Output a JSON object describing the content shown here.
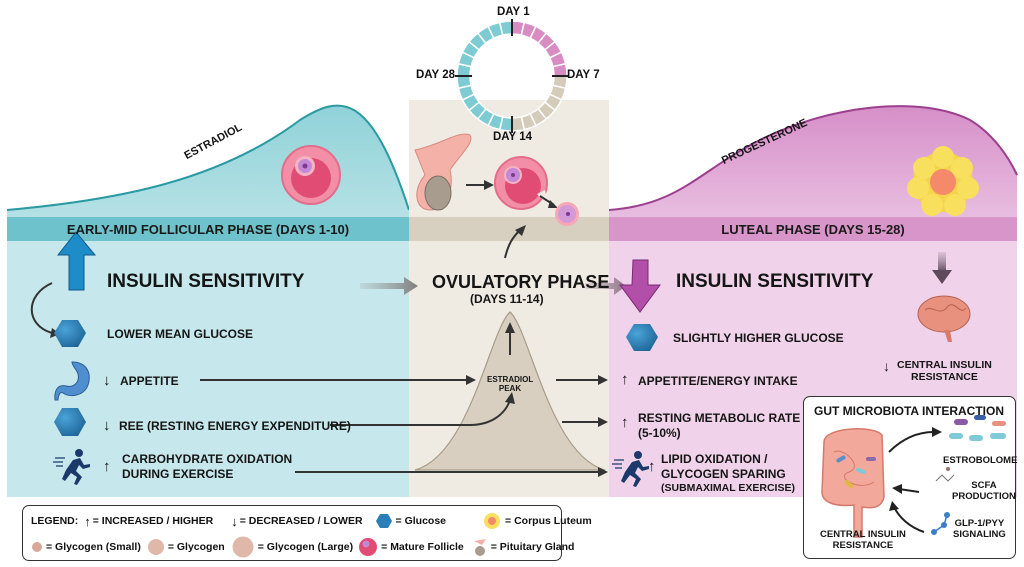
{
  "colors": {
    "follicular_bg": "#c6e8ec",
    "follicular_band": "#6ec2cb",
    "follicular_curve": "#7ccdd3",
    "ovulatory_bg": "#efebe3",
    "ovulatory_band": "#d7cfc0",
    "luteal_bg": "#f0d3ea",
    "luteal_band": "#d795c9",
    "luteal_curve": "#d590c8",
    "glucose_blue": "#2a7fb8",
    "arrow_up_blue": "#1e8cc9",
    "arrow_down_purple": "#b24fa8",
    "text_dark": "#151515"
  },
  "cycle_wheel": {
    "labels": {
      "day1": "DAY 1",
      "day7": "DAY 7",
      "day14": "DAY 14",
      "day28": "DAY 28"
    },
    "segments": 28,
    "menstrual_days": [
      1,
      7
    ],
    "ovulation_luteal_days": [
      8,
      14
    ],
    "follicular_days": [
      15,
      28
    ]
  },
  "hormone_curves": {
    "estradiol": "ESTRADIOL",
    "progesterone": "PROGESTERONE"
  },
  "phases": {
    "follicular": {
      "title": "EARLY-MID FOLLICULAR PHASE (DAYS 1-10)",
      "headline": "INSULIN SENSITIVITY",
      "items": [
        {
          "icon": "glucose-icon",
          "direction": "",
          "text": "LOWER MEAN GLUCOSE"
        },
        {
          "icon": "stomach-icon",
          "direction": "down",
          "text": "APPETITE"
        },
        {
          "icon": "glucose-icon",
          "direction": "down",
          "text": "REE (RESTING ENERGY EXPENDITURE)"
        },
        {
          "icon": "runner-icon",
          "direction": "up",
          "text": "CARBOHYDRATE OXIDATION",
          "text2": "DURING EXERCISE"
        }
      ]
    },
    "ovulatory": {
      "title": "OVULATORY PHASE",
      "subtitle": "(DAYS 11-14)",
      "peak_label": "ESTRADIOL",
      "peak_label2": "PEAK"
    },
    "luteal": {
      "title": "LUTEAL PHASE (DAYS 15-28)",
      "headline": "INSULIN SENSITIVITY",
      "items": [
        {
          "icon": "glucose-icon",
          "direction": "",
          "text": "SLIGHTLY HIGHER GLUCOSE"
        },
        {
          "icon": "",
          "direction": "up",
          "text": "APPETITE/ENERGY INTAKE"
        },
        {
          "icon": "",
          "direction": "up",
          "text": "RESTING METABOLIC RATE",
          "text2": "(5-10%)"
        },
        {
          "icon": "runner-icon",
          "direction": "up",
          "text": "LIPID OXIDATION /",
          "text2": "GLYCOGEN SPARING",
          "text3": "(SUBMAXIMAL EXERCISE)"
        }
      ],
      "brain": {
        "text": "CENTRAL INSULIN",
        "text2": "RESISTANCE"
      }
    }
  },
  "gut_box": {
    "title": "GUT MICROBIOTA INTERACTION",
    "estrobolome": "ESTROBOLOME",
    "scfa": "SCFA",
    "scfa2": "PRODUCTION",
    "glp": "GLP-1/PYY",
    "glp2": "SIGNALING",
    "central": "CENTRAL INSULIN",
    "central2": "RESISTANCE"
  },
  "legend": {
    "title": "LEGEND:",
    "items": [
      "= INCREASED / HIGHER",
      "= DECREASED / LOWER",
      "= Glucose",
      "= Corpus Luteum",
      "= Glycogen (Small)",
      "= Glycogen",
      "= Glycogen (Large)",
      "= Mature Follicle",
      "= Pituitary Gland"
    ]
  },
  "arrows": {
    "up": "↑",
    "down": "↓"
  }
}
